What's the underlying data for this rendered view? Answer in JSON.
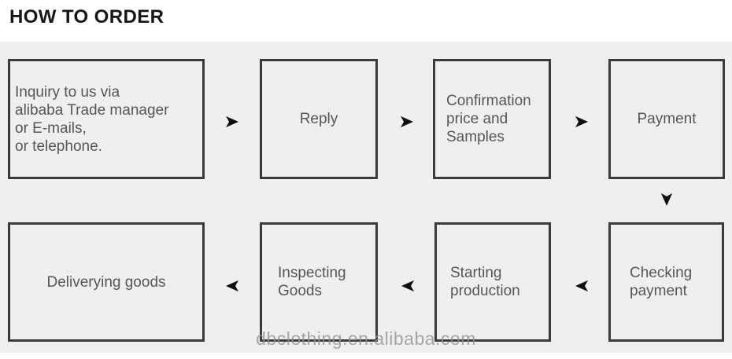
{
  "title": "HOW TO ORDER",
  "watermark": "dbclothing.en.alibaba.com",
  "colors": {
    "background_band": "#f0efee",
    "box_border": "#3b3b3b",
    "box_text": "#55565a",
    "title_text": "#161616",
    "arrow": "#0e0e0e",
    "watermark_text": "#949293"
  },
  "steps": [
    {
      "id": "inquiry",
      "label": "Inquiry to us via\nalibaba Trade manager\nor E-mails,\nor telephone."
    },
    {
      "id": "reply",
      "label": "Reply"
    },
    {
      "id": "confirmation",
      "label": "Confirmation\nprice and\nSamples"
    },
    {
      "id": "payment",
      "label": "Payment"
    },
    {
      "id": "checking-payment",
      "label": "Checking\npayment"
    },
    {
      "id": "starting-production",
      "label": "Starting\nproduction"
    },
    {
      "id": "inspecting-goods",
      "label": "Inspecting\nGoods"
    },
    {
      "id": "delivering-goods",
      "label": "Deliverying goods"
    }
  ],
  "arrows": [
    {
      "from": "inquiry",
      "to": "reply",
      "direction": "right"
    },
    {
      "from": "reply",
      "to": "confirmation",
      "direction": "right"
    },
    {
      "from": "confirmation",
      "to": "payment",
      "direction": "right"
    },
    {
      "from": "payment",
      "to": "checking-payment",
      "direction": "down"
    },
    {
      "from": "checking-payment",
      "to": "starting-production",
      "direction": "left"
    },
    {
      "from": "starting-production",
      "to": "inspecting-goods",
      "direction": "left"
    },
    {
      "from": "inspecting-goods",
      "to": "delivering-goods",
      "direction": "left"
    }
  ]
}
